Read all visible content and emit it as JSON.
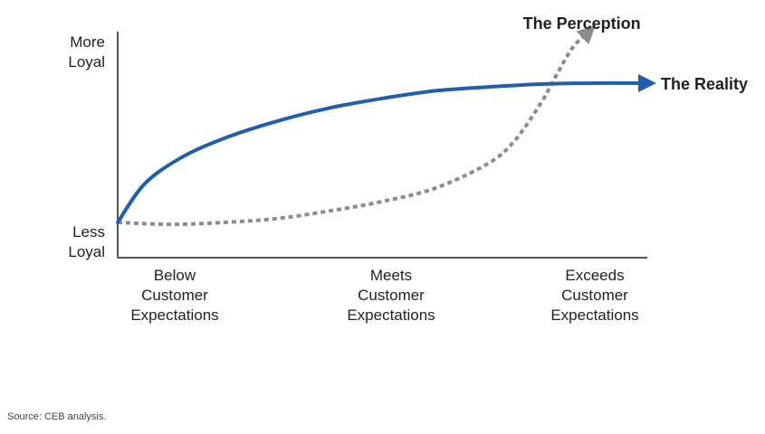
{
  "chart_data": {
    "type": "line",
    "categories": [
      [
        "Below",
        "Customer",
        "Expectations"
      ],
      [
        "Meets",
        "Customer",
        "Expectations"
      ],
      [
        "Exceeds",
        "Customer",
        "Expectations"
      ]
    ],
    "y_ticks": [
      {
        "lines": [
          "More",
          "Loyal"
        ],
        "value": 1
      },
      {
        "lines": [
          "Less",
          "Loyal"
        ],
        "value": 0
      }
    ],
    "xlim": [
      0,
      1
    ],
    "ylim": [
      0,
      1
    ],
    "grid": false,
    "series": [
      {
        "name": "The Reality",
        "color": "#1f5fad",
        "style": "solid",
        "x": [
          0,
          0.05,
          0.12,
          0.2,
          0.3,
          0.4,
          0.5,
          0.6,
          0.7,
          0.8,
          0.9,
          1.0
        ],
        "y": [
          0,
          0.2,
          0.34,
          0.44,
          0.53,
          0.6,
          0.65,
          0.69,
          0.71,
          0.725,
          0.73,
          0.73
        ]
      },
      {
        "name": "The Perception",
        "color": "#8c8c8c",
        "style": "dotted",
        "x": [
          0,
          0.1,
          0.2,
          0.3,
          0.4,
          0.5,
          0.6,
          0.7,
          0.75,
          0.8,
          0.83,
          0.86,
          0.89
        ],
        "y": [
          0,
          -0.01,
          0.0,
          0.02,
          0.06,
          0.11,
          0.18,
          0.31,
          0.43,
          0.63,
          0.78,
          0.92,
          1.0
        ]
      }
    ],
    "source": "Source: CEB analysis."
  }
}
